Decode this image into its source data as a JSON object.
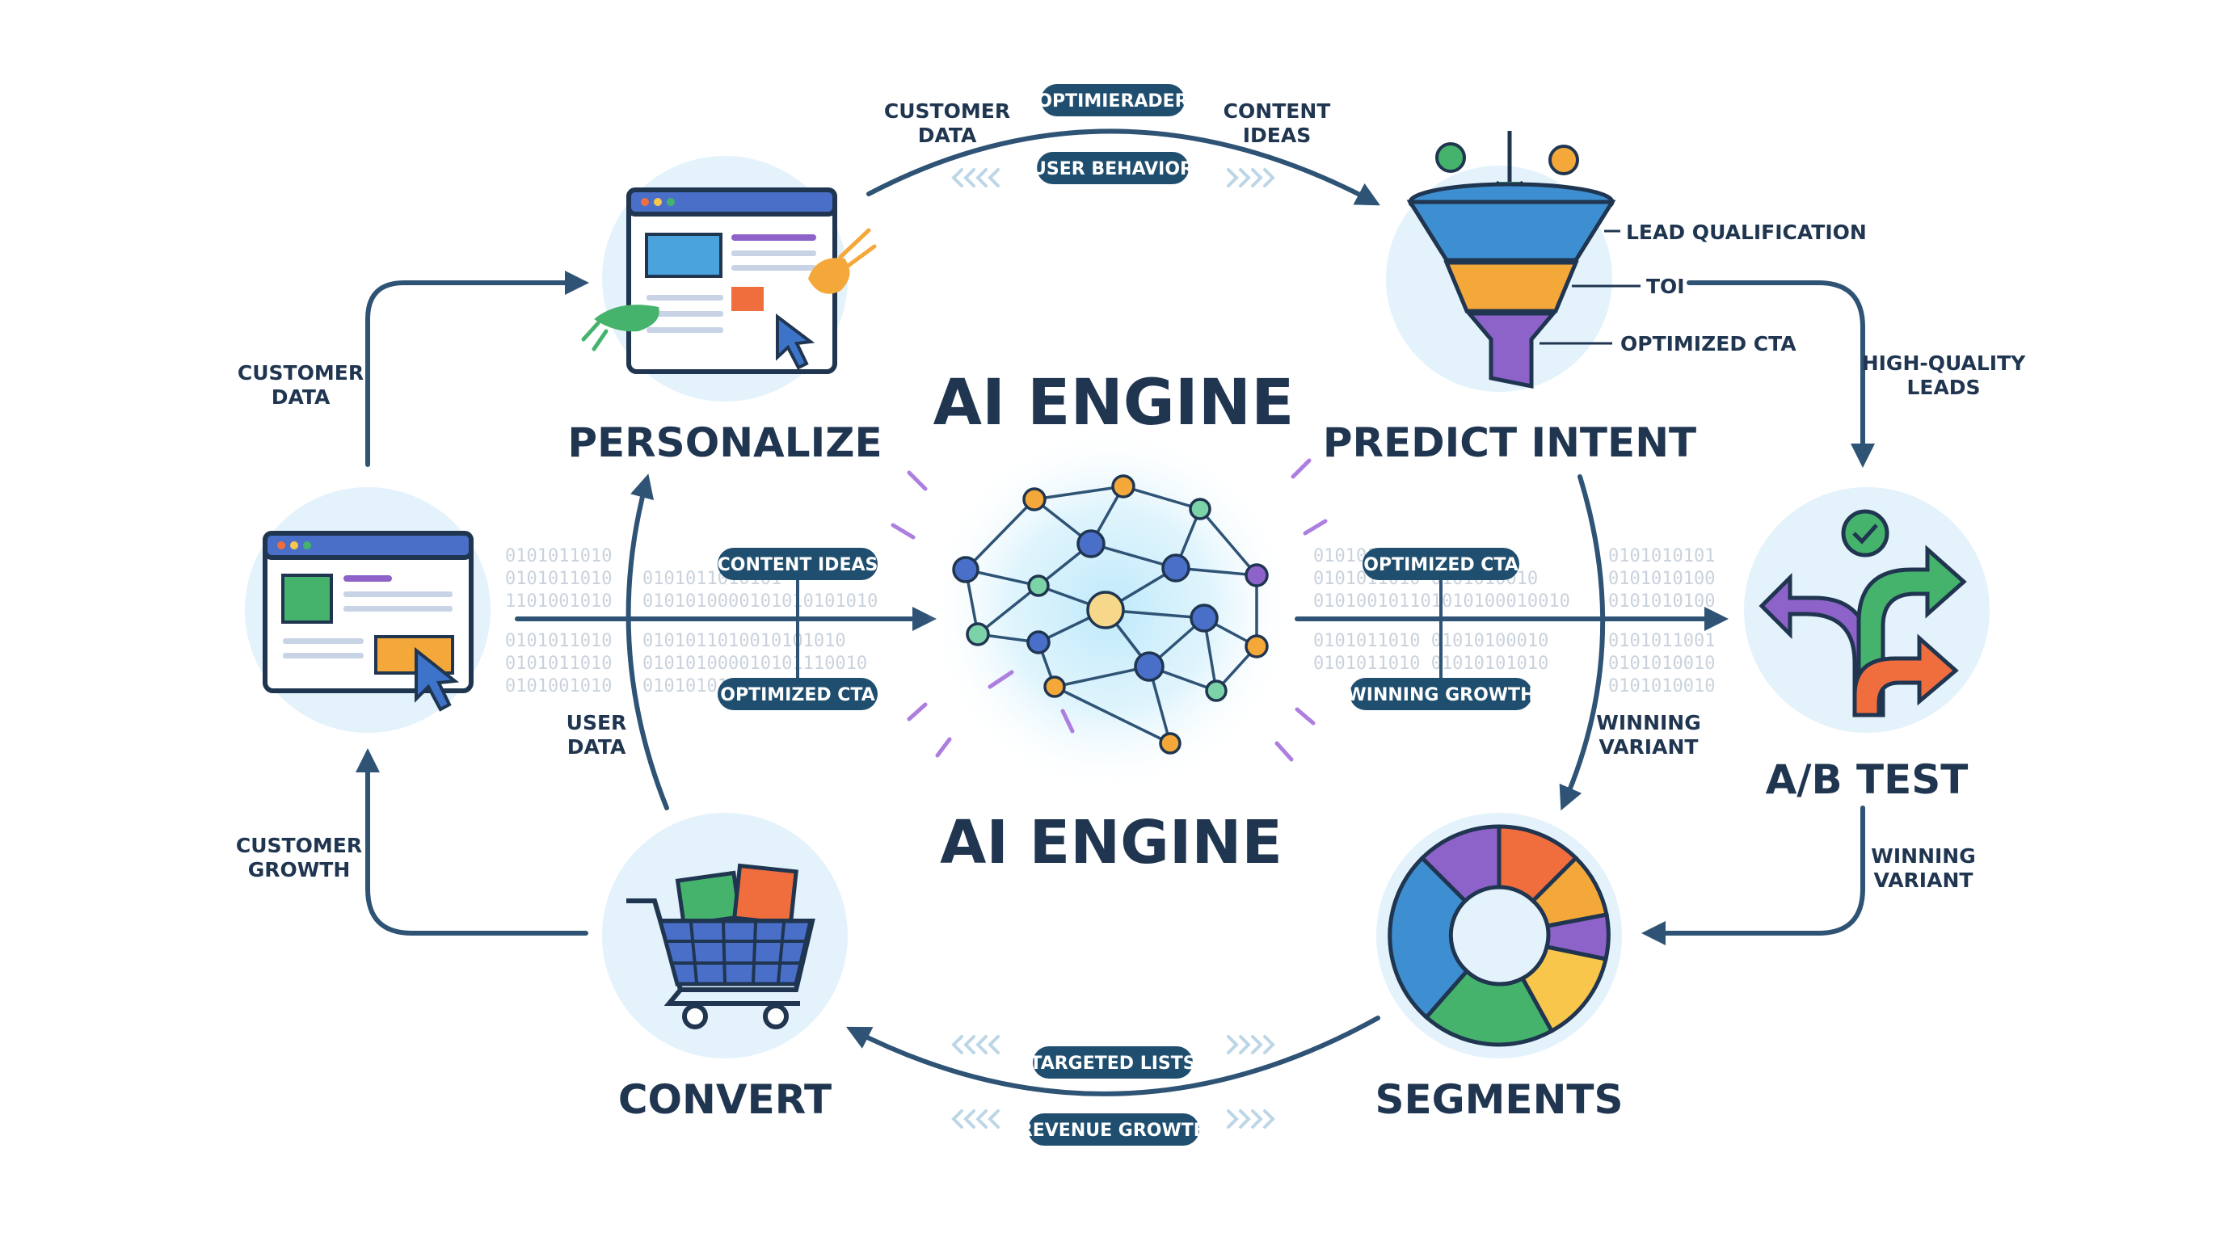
{
  "center": {
    "title_top": "AI ENGINE",
    "title_bottom": "AI ENGINE"
  },
  "nodes": {
    "personalize": {
      "label": "PERSONALIZE"
    },
    "predict_intent": {
      "label": "PREDICT INTENT"
    },
    "ab_test": {
      "label": "A/B TEST"
    },
    "segments": {
      "label": "SEGMENTS"
    },
    "convert": {
      "label": "CONVERT"
    }
  },
  "funnel_labels": [
    "LEAD QUALIFICATION",
    "TOI",
    "OPTIMIZED CTA"
  ],
  "edge_labels": {
    "top_customer_data": "CUSTOMER\nDATA",
    "top_content_ideas": "CONTENT\nIDEAS",
    "left_customer_data": "CUSTOMER\nDATA",
    "high_quality_leads": "HIGH-QUALITY\nLEADS",
    "winning_variant_right": "WINNING\nVARIANT",
    "winning_variant_center": "WINNING\nVARIANT",
    "user_data": "USER\nDATA",
    "customer_growth": "CUSTOMER\nGROWTH"
  },
  "pills": {
    "optimierader": "OPTIMIERADER",
    "user_behavior": "USER BEHAVIOR",
    "content_ideas": "CONTENT IDEAS",
    "optimized_cta_left": "OPTIMIZED CTA",
    "optimized_cta_right": "OPTIMIZED CTA",
    "winning_growth": "WINNING GROWTH",
    "targeted_lists": "TARGETED LISTS",
    "revenue_growth": "REVENUE GROWTH"
  },
  "binary": {
    "left": [
      "0101011010",
      "0101011010",
      "1101001010",
      "0101011010",
      "0101011010",
      "0101001010"
    ],
    "mid_left": [
      "0101011010101",
      "0101010000101010101010",
      "0101011010010101010",
      "010101000010101110010",
      "01010101011010"
    ],
    "mid_right": [
      "01010101011011",
      "0101011010 0101010010",
      "010100101101010100010010",
      "0101011010 01010100010",
      "0101011010 01010101010"
    ],
    "right": [
      "0101010101",
      "0101010100",
      "0101010100",
      "0101011001",
      "0101010010",
      "0101010010"
    ]
  },
  "colors": {
    "navy": "#1f3550",
    "arrow": "#2e5375",
    "pill": "#1f4e6f",
    "circle": "#e3f2fb",
    "funnel_blue": "#3d8fd1",
    "funnel_orange": "#f4a83a",
    "funnel_purple": "#8d62c9",
    "green": "#45b36b",
    "orange": "#f06d3e",
    "yellow": "#f7c64b"
  }
}
